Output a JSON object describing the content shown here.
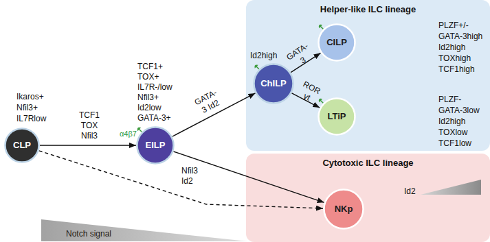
{
  "diagram": {
    "nodes": [
      {
        "text": [
          "CLP"
        ]
      },
      {
        "text": [
          "EILP"
        ]
      },
      {
        "text": [
          "Helper-like ILC lineage"
        ]
      },
      {
        "text": [
          "ChILP"
        ],
        "in": 2
      },
      {
        "text": [
          "CILP"
        ],
        "in": 2
      },
      {
        "text": [
          "LTiP"
        ],
        "in": 2
      },
      {
        "text": [
          "Cytotoxic ILC lineage"
        ]
      },
      {
        "text": [
          "NKp"
        ],
        "in": 6
      },
      {
        "text": [
          "Notch signal"
        ]
      }
    ],
    "edges": [
      {
        "from": 0,
        "to": 1,
        "arrow": "to",
        "label": "TCF1 TOX Nfil3"
      },
      {
        "from": 1,
        "to": 3,
        "arrow": "to",
        "label": "GATA-3 Id2"
      },
      {
        "from": 3,
        "to": 4,
        "arrow": "to",
        "label": "GATA-3"
      },
      {
        "from": 3,
        "to": 5,
        "arrow": "to",
        "label": "ROR γt"
      },
      {
        "from": 1,
        "to": 7,
        "arrow": "to",
        "label": "Nfil3 Id2"
      },
      {
        "from": 0,
        "to": 7,
        "arrow": "to"
      }
    ],
    "labels": [
      "Ikaros+",
      "Nfil3+",
      "IL7Rlow",
      "TCF1+",
      "TOX+",
      "IL7R-/low",
      "Nfil3+",
      "Id2low",
      "GATA-3+",
      "α4β7",
      "Id2high",
      "PLZF+/-",
      "GATA-3high",
      "Id2high",
      "TOXhigh",
      "TCF1high",
      "PLZF-",
      "GATA-3low",
      "Id2high",
      "TOXlow",
      "TCF1low",
      "Id2"
    ]
  }
}
